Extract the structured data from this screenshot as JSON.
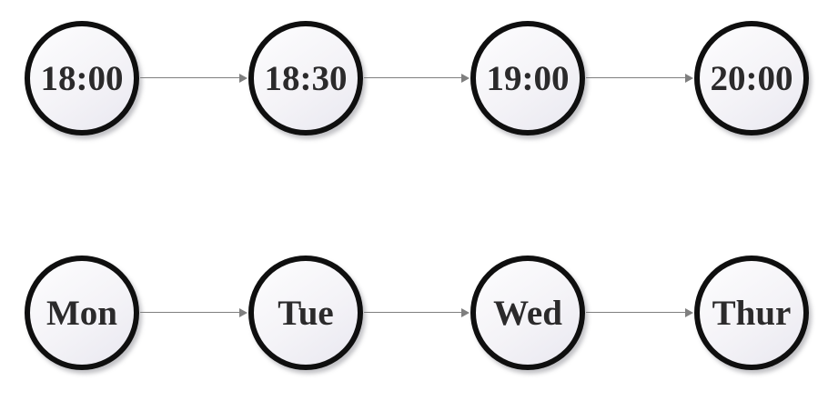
{
  "diagram": {
    "type": "flow-sequence",
    "rows": [
      {
        "name": "time-sequence",
        "nodes": [
          {
            "label": "18:00"
          },
          {
            "label": "18:30"
          },
          {
            "label": "19:00"
          },
          {
            "label": "20:00"
          }
        ],
        "edges": [
          {
            "from": "18:00",
            "to": "18:30"
          },
          {
            "from": "18:30",
            "to": "19:00"
          },
          {
            "from": "19:00",
            "to": "20:00"
          }
        ]
      },
      {
        "name": "day-sequence",
        "nodes": [
          {
            "label": "Mon"
          },
          {
            "label": "Tue"
          },
          {
            "label": "Wed"
          },
          {
            "label": "Thur"
          }
        ],
        "edges": [
          {
            "from": "Mon",
            "to": "Tue"
          },
          {
            "from": "Tue",
            "to": "Wed"
          },
          {
            "from": "Wed",
            "to": "Thur"
          }
        ]
      }
    ],
    "colors": {
      "node_border": "#0f0f0f",
      "node_fill_top": "#fdfdfe",
      "node_fill_bottom": "#e9e8f0",
      "node_text": "#2b2a2b",
      "arrow": "#7f7f7f",
      "background": "#ffffff"
    }
  }
}
